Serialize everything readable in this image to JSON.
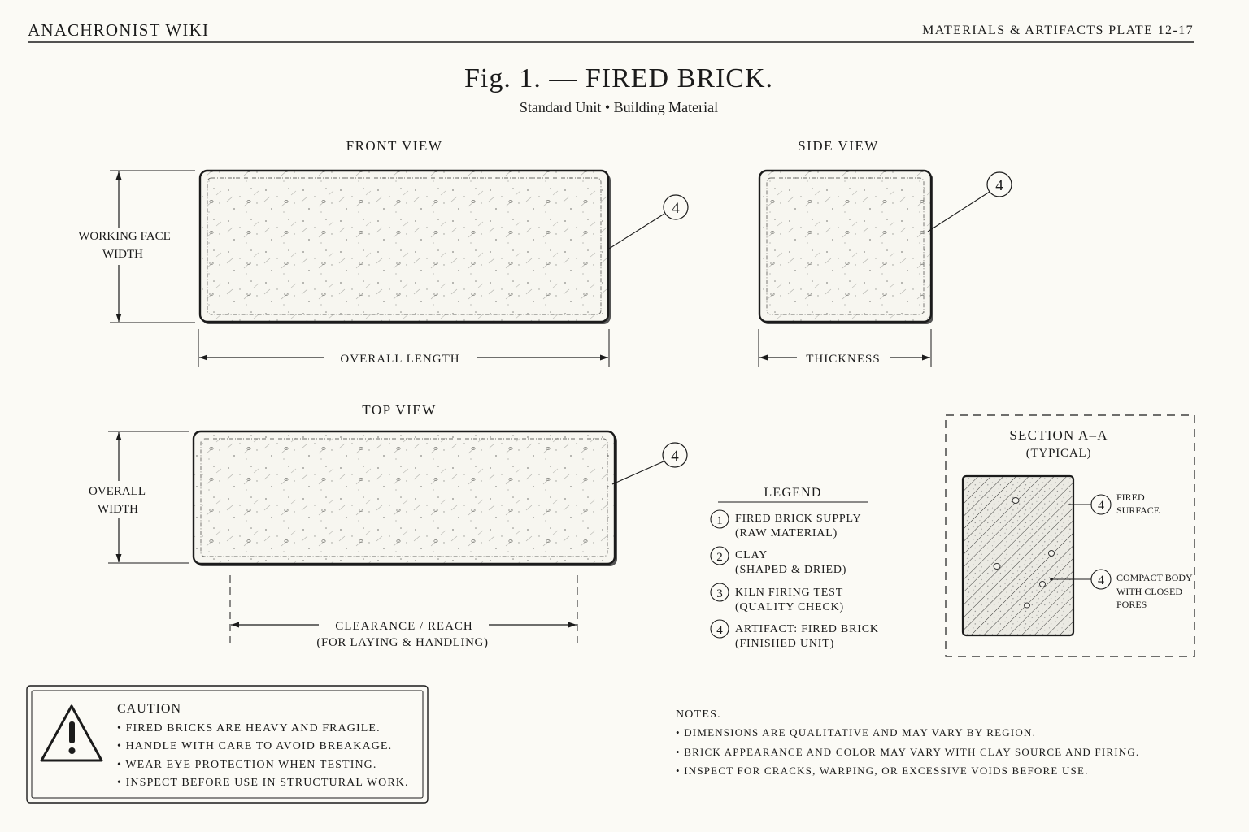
{
  "header": {
    "site_name": "ANACHRONIST WIKI",
    "plate_label": "MATERIALS & ARTIFACTS PLATE 12-17"
  },
  "figure": {
    "title": "Fig. 1. — FIRED BRICK.",
    "subtitle": "Standard Unit • Building Material"
  },
  "views": {
    "front": {
      "label": "FRONT VIEW",
      "height_dim": [
        "WORKING FACE",
        "WIDTH"
      ],
      "length_dim": "OVERALL LENGTH",
      "callout": "4"
    },
    "side": {
      "label": "SIDE VIEW",
      "width_dim": "THICKNESS",
      "callout": "4"
    },
    "top": {
      "label": "TOP VIEW",
      "height_dim": [
        "OVERALL",
        "WIDTH"
      ],
      "clearance_dim": [
        "CLEARANCE / REACH",
        "(FOR LAYING & HANDLING)"
      ],
      "callout": "4"
    }
  },
  "section": {
    "title": "SECTION A–A",
    "subtitle": "(TYPICAL)",
    "callouts": [
      {
        "num": "4",
        "lines": [
          "FIRED",
          "SURFACE"
        ]
      },
      {
        "num": "4",
        "lines": [
          "COMPACT BODY",
          "WITH CLOSED",
          "PORES"
        ]
      }
    ]
  },
  "legend": {
    "title": "LEGEND",
    "items": [
      {
        "num": "1",
        "lines": [
          "FIRED BRICK SUPPLY",
          "(RAW MATERIAL)"
        ]
      },
      {
        "num": "2",
        "lines": [
          "CLAY",
          "(SHAPED & DRIED)"
        ]
      },
      {
        "num": "3",
        "lines": [
          "KILN FIRING TEST",
          "(QUALITY CHECK)"
        ]
      },
      {
        "num": "4",
        "lines": [
          "ARTIFACT: FIRED BRICK",
          "(FINISHED UNIT)"
        ]
      }
    ]
  },
  "caution": {
    "icon": "warning-triangle-icon",
    "title": "CAUTION",
    "items": [
      "• FIRED BRICKS ARE HEAVY AND FRAGILE.",
      "• HANDLE WITH CARE TO AVOID BREAKAGE.",
      "• WEAR EYE PROTECTION WHEN TESTING.",
      "• INSPECT BEFORE USE IN STRUCTURAL WORK."
    ]
  },
  "notes": {
    "title": "NOTES.",
    "items": [
      "• DIMENSIONS ARE QUALITATIVE AND MAY VARY BY REGION.",
      "• BRICK APPEARANCE AND COLOR MAY VARY WITH CLAY SOURCE AND FIRING.",
      "• INSPECT FOR CRACKS, WARPING, OR EXCESSIVE VOIDS BEFORE USE."
    ]
  }
}
